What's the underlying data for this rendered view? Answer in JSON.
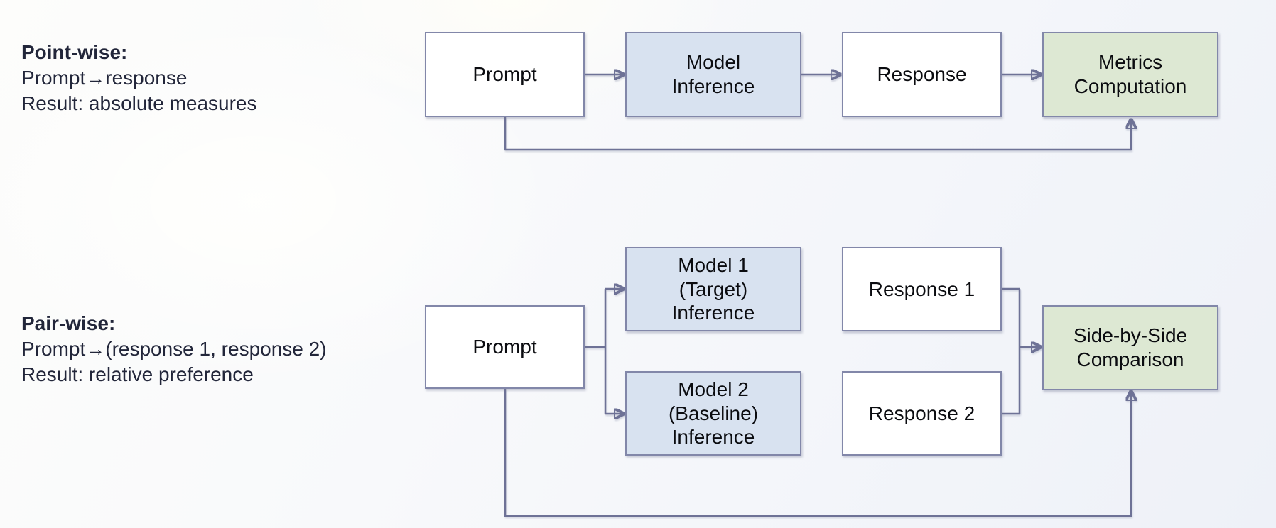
{
  "colors": {
    "box_border": "#8287a9",
    "connector": "#6e7296",
    "model_box_fill": "#d8e2f0",
    "result_box_fill": "#dde8d3",
    "plain_box_fill": "#ffffff",
    "box_text": "#0b0c10",
    "label_text": "#22263a"
  },
  "pointwise": {
    "heading": "Point-wise:",
    "line1": "Prompt→response",
    "line2": "Result: absolute measures",
    "boxes": {
      "prompt": "Prompt",
      "model_inference": "Model\nInference",
      "response": "Response",
      "metrics": "Metrics\nComputation"
    }
  },
  "pairwise": {
    "heading": "Pair-wise:",
    "line1": "Prompt→(response 1, response 2)",
    "line2": "Result: relative preference",
    "boxes": {
      "prompt": "Prompt",
      "model1": "Model 1\n(Target)\nInference",
      "model2": "Model 2\n(Baseline)\nInference",
      "response1": "Response 1",
      "response2": "Response 2",
      "comparison": "Side-by-Side\nComparison"
    }
  }
}
